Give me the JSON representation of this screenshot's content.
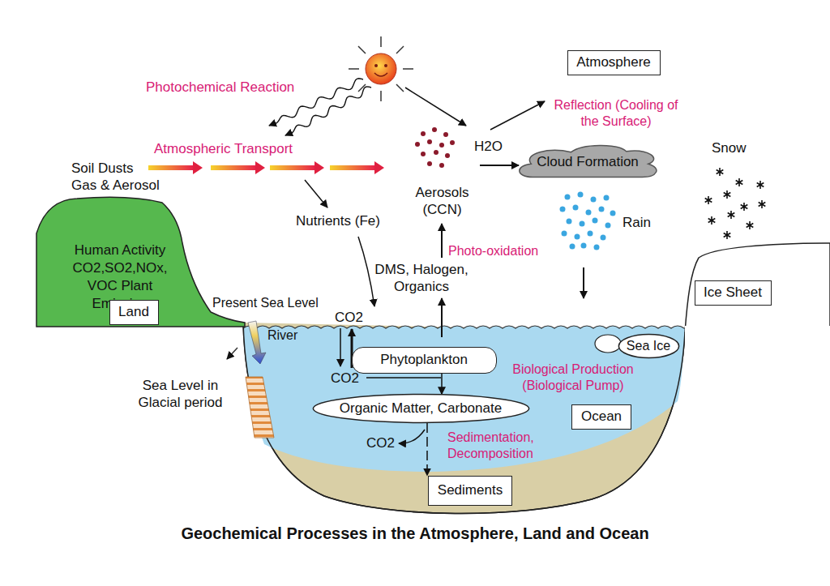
{
  "diagram": {
    "title": "Geochemical Processes in the Atmosphere, Land and Ocean",
    "nodes": [
      {
        "text": [
          "Atmosphere"
        ]
      },
      {
        "text": [
          "Cloud Formation"
        ]
      },
      {
        "text": [
          "Human Activity CO2,SO2,NOx, VOC Plant Emission"
        ]
      },
      {
        "text": [
          "Land"
        ],
        "in": 2
      },
      {
        "text": [
          "Ice Sheet"
        ]
      },
      {
        "text": [
          "Sea Ice"
        ]
      },
      {
        "text": [
          "Phytoplankton"
        ]
      },
      {
        "text": [
          "Organic Matter, Carbonate"
        ]
      },
      {
        "text": [
          "Ocean"
        ]
      },
      {
        "text": [
          "Sediments"
        ]
      }
    ],
    "edges": [
      {
        "from": 6,
        "to": 7,
        "arrow": "to"
      },
      {
        "from": 7,
        "to": 9,
        "arrow": "to"
      }
    ],
    "labels": [
      "Photochemical Reaction",
      "Atmospheric Transport",
      "Soil Dusts Gas & Aerosol",
      "Nutrients (Fe)",
      "Aerosols (CCN)",
      "H2O",
      "Reflection (Cooling of the Surface)",
      "Snow",
      "Rain",
      "Photo-oxidation",
      "DMS, Halogen, Organics",
      "Present Sea Level",
      "River",
      "CO2",
      "CO2",
      "Sea Level in Glacial period",
      "Biological Production (Biological Pump)",
      "CO2",
      "Sedimentation, Decomposition"
    ]
  }
}
